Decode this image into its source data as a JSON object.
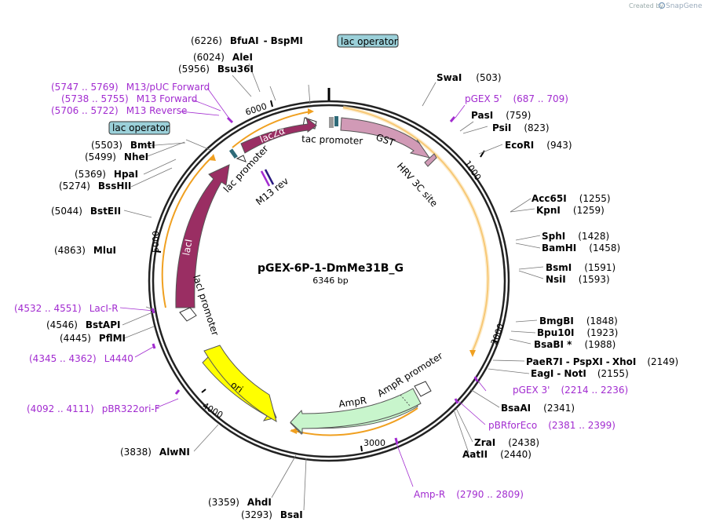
{
  "plasmid": {
    "name": "pGEX-6P-1-DmMe31B_G",
    "size_label": "6346 bp"
  },
  "credit": {
    "prefix": "Created by",
    "brand": "SnapGene"
  },
  "ticks": [
    "1000",
    "2000",
    "3000",
    "4000",
    "5000",
    "6000"
  ],
  "right_sites": [
    {
      "name": "SwaI",
      "pos": "(503)"
    },
    {
      "name": "PasI",
      "pos": "(759)"
    },
    {
      "name": "PsiI",
      "pos": "(823)"
    },
    {
      "name": "EcoRI",
      "pos": "(943)"
    },
    {
      "name": "Acc65I",
      "pos": "(1255)"
    },
    {
      "name": "KpnI",
      "pos": "(1259)"
    },
    {
      "name": "SphI",
      "pos": "(1428)"
    },
    {
      "name": "BamHI",
      "pos": "(1458)"
    },
    {
      "name": "BsmI",
      "pos": "(1591)"
    },
    {
      "name": "NsiI",
      "pos": "(1593)"
    },
    {
      "name": "BmgBI",
      "pos": "(1848)"
    },
    {
      "name": "Bpu10I",
      "pos": "(1923)"
    },
    {
      "name": "BsaBI *",
      "pos": "(1988)"
    },
    {
      "name": "PaeR7I",
      "pos": "(2149)"
    },
    {
      "name": "PspXI",
      "pos": ""
    },
    {
      "name": "XhoI",
      "pos": ""
    },
    {
      "name": "EagI",
      "pos": "(2155)"
    },
    {
      "name": "NotI",
      "pos": ""
    },
    {
      "name": "BsaAI",
      "pos": "(2341)"
    },
    {
      "name": "ZraI",
      "pos": "(2438)"
    },
    {
      "name": "AatII",
      "pos": "(2440)"
    }
  ],
  "left_sites": [
    {
      "name": "BfuAI",
      "pos": "(6226)"
    },
    {
      "name": "BspMI",
      "pos": ""
    },
    {
      "name": "AleI",
      "pos": "(6024)"
    },
    {
      "name": "Bsu36I",
      "pos": "(5956)"
    },
    {
      "name": "BmtI",
      "pos": "(5503)"
    },
    {
      "name": "NheI",
      "pos": "(5499)"
    },
    {
      "name": "HpaI",
      "pos": "(5369)"
    },
    {
      "name": "BssHII",
      "pos": "(5274)"
    },
    {
      "name": "BstEII",
      "pos": "(5044)"
    },
    {
      "name": "MluI",
      "pos": "(4863)"
    },
    {
      "name": "BstAPI",
      "pos": "(4546)"
    },
    {
      "name": "PflMI",
      "pos": "(4445)"
    },
    {
      "name": "AlwNI",
      "pos": "(3838)"
    },
    {
      "name": "AhdI",
      "pos": "(3359)"
    },
    {
      "name": "BsaI",
      "pos": "(3293)"
    }
  ],
  "primers": [
    {
      "name": "pGEX 5'",
      "range": "(687 .. 709)"
    },
    {
      "name": "pGEX 3'",
      "range": "(2214 .. 2236)"
    },
    {
      "name": "pBRforEco",
      "range": "(2381 .. 2399)"
    },
    {
      "name": "Amp-R",
      "range": "(2790 .. 2809)"
    },
    {
      "name": "pBR322ori-F",
      "range": "(4092 .. 4111)"
    },
    {
      "name": "L4440",
      "range": "(4345 .. 4362)"
    },
    {
      "name": "LacI-R",
      "range": "(4532 .. 4551)"
    },
    {
      "name": "M13/pUC Forward",
      "range": "(5747 .. 5769)"
    },
    {
      "name": "M13 Forward",
      "range": "(5738 .. 5755)"
    },
    {
      "name": "M13 Reverse",
      "range": "(5706 .. 5722)"
    }
  ],
  "features": {
    "lac_operator": "lac operator",
    "tac_promoter": "tac promoter",
    "gst": "GST",
    "hrv": "HRV 3C site",
    "lacz": "lacZα",
    "lac_promoter": "lac promoter",
    "m13rev": "M13 rev",
    "laci": "lacI",
    "laci_promoter": "lacI promoter",
    "ori": "ori",
    "ampr": "AmpR",
    "ampr_promoter": "AmpR promoter"
  },
  "colors": {
    "gst": "#d19ab6",
    "laci": "#9a2e63",
    "ori": "#ffff00",
    "ampr": "#c8f5cc",
    "operator": "#9bd0d9",
    "primer": "#a22cd0",
    "orf": "#f0a020"
  }
}
